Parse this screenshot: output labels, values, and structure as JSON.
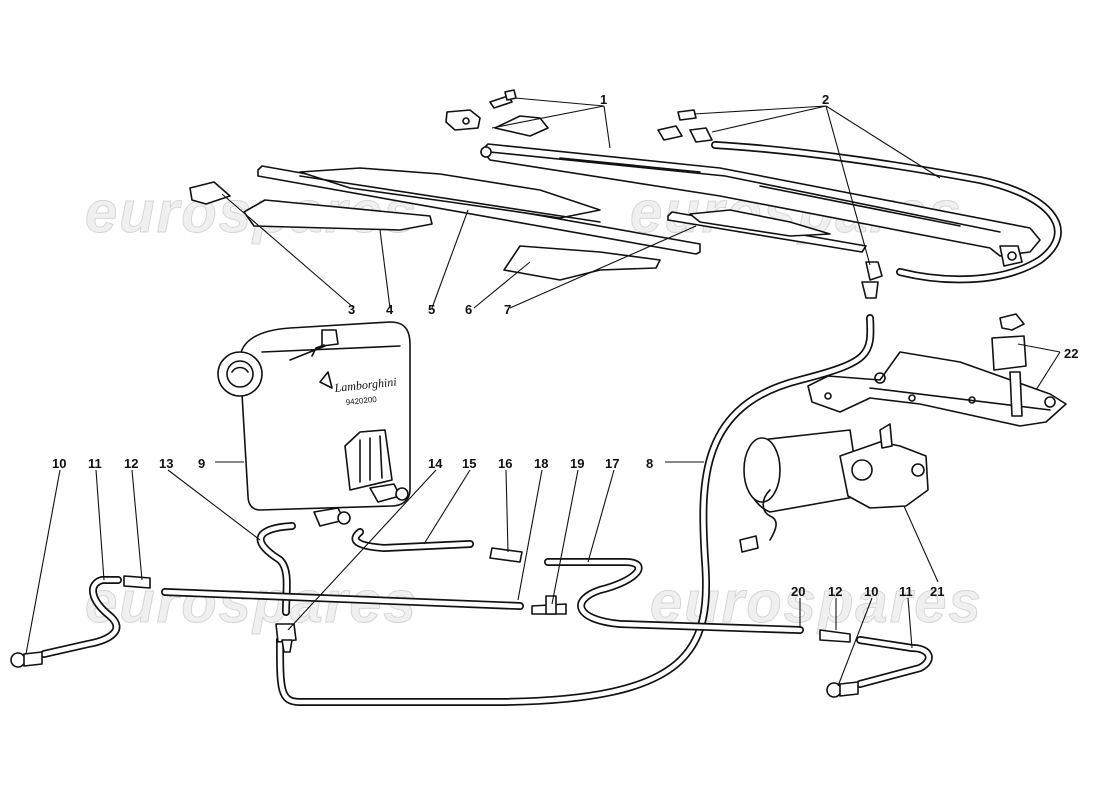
{
  "watermark": {
    "text": "eurospares"
  },
  "tank": {
    "brand": "Lamborghini",
    "part_number": "9420200"
  },
  "callouts": {
    "c1": "1",
    "c2": "2",
    "c3": "3",
    "c4": "4",
    "c5": "5",
    "c6": "6",
    "c7": "7",
    "c8": "8",
    "c9": "9",
    "c10a": "10",
    "c11a": "11",
    "c12a": "12",
    "c13": "13",
    "c14": "14",
    "c15": "15",
    "c16": "16",
    "c17": "17",
    "c18": "18",
    "c19": "19",
    "c20": "20",
    "c12b": "12",
    "c10b": "10",
    "c11b": "11",
    "c21": "21",
    "c22": "22"
  }
}
